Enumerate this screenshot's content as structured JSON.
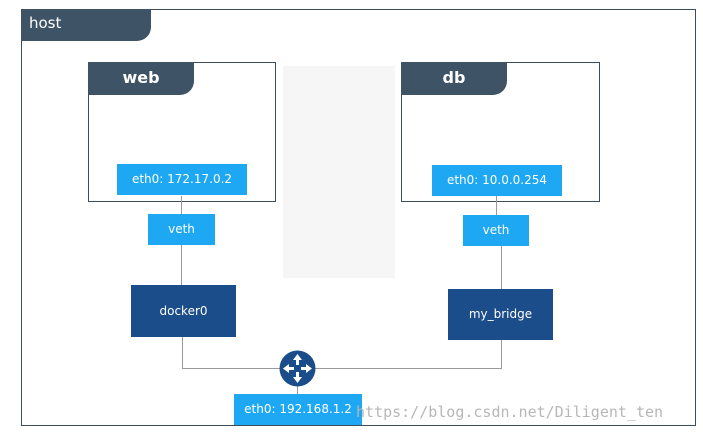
{
  "host": {
    "label": "host"
  },
  "containers": [
    {
      "name": "web",
      "eth0": "eth0: 172.17.0.2",
      "veth": "veth"
    },
    {
      "name": "db",
      "eth0": "eth0: 10.0.0.254",
      "veth": "veth"
    }
  ],
  "bridges": [
    {
      "label": "docker0"
    },
    {
      "label": "my_bridge"
    }
  ],
  "host_eth0": "eth0: 192.168.1.2",
  "router": {
    "icon": "router-icon"
  },
  "watermark": "https://blog.csdn.net/Diligent_ten",
  "colors": {
    "frame": "#3d4d5c",
    "tab": "#3e5366",
    "light_box": "#1ea8f4",
    "dark_box": "#1b4d8a",
    "router": "#1b4d8a"
  }
}
